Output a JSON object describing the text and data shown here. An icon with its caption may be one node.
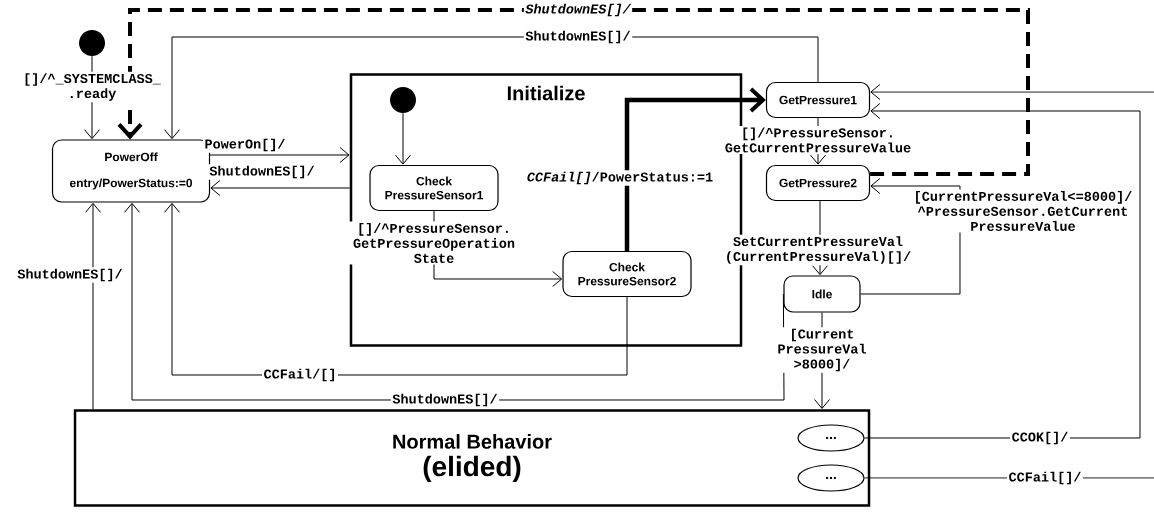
{
  "diagram": {
    "nodes": [
      {
        "text": [],
        "shape": "circle"
      },
      {
        "text": [
          "PowerOff",
          "entry/PowerStatus:=0"
        ]
      },
      {
        "text": [
          "Initialize"
        ]
      },
      {
        "text": [],
        "shape": "circle",
        "in": 2
      },
      {
        "text": [
          "Check PressureSensor1"
        ],
        "in": 2
      },
      {
        "text": [
          "Check PressureSensor2"
        ],
        "in": 2
      },
      {
        "text": [
          "GetPressure1"
        ]
      },
      {
        "text": [
          "GetPressure2"
        ]
      },
      {
        "text": [
          "Idle"
        ]
      },
      {
        "text": [
          "Normal Behavior",
          "(elided)"
        ]
      },
      {
        "text": [
          "..."
        ],
        "in": 9
      },
      {
        "text": [
          "..."
        ],
        "in": 9
      }
    ],
    "edges": [
      {
        "from": 0,
        "to": 1,
        "arrow": "to",
        "label": "[]/^_SYSTEMCLASS_ .ready"
      },
      {
        "from": 7,
        "to": 1,
        "arrow": "to",
        "label": "ShutdownES[]/",
        "style": "dashed"
      },
      {
        "from": 6,
        "to": 1,
        "arrow": "to",
        "label": "ShutdownES[]/"
      },
      {
        "from": 1,
        "to": 2,
        "arrow": "to",
        "label": "PowerOn[]/"
      },
      {
        "from": 2,
        "to": 1,
        "arrow": "to",
        "label": "ShutdownES[]/"
      },
      {
        "from": 3,
        "to": 4,
        "arrow": "to"
      },
      {
        "from": 4,
        "to": 5,
        "arrow": "to",
        "label": "[]/^PressureSensor. GetPressureOperation State"
      },
      {
        "from": 5,
        "to": 6,
        "arrow": "to",
        "label": "*CCFail[]*/PowerStatus:=1",
        "style": "thick"
      },
      {
        "from": 5,
        "to": 1,
        "arrow": "to",
        "label": "CCFail/[]"
      },
      {
        "from": 8,
        "to": 1,
        "arrow": "to",
        "label": "ShutdownES[]/"
      },
      {
        "from": 9,
        "to": 1,
        "arrow": "to",
        "label": "ShutdownES[]/"
      },
      {
        "from": 6,
        "to": 7,
        "arrow": "to",
        "label": "[]/^PressureSensor. GetCurrentPressureValue"
      },
      {
        "from": 7,
        "to": 8,
        "arrow": "to",
        "label": "SetCurrentPressureVal (CurrentPressureVal)[]/"
      },
      {
        "from": 8,
        "to": 7,
        "arrow": "to",
        "label": "[CurrentPressureVal<=8000]/ ^PressureSensor.GetCurrent PressureValue"
      },
      {
        "from": 8,
        "to": 9,
        "arrow": "to",
        "label": "[Current PressureVal >8000]/"
      },
      {
        "from": 10,
        "to": 6,
        "arrow": "to",
        "label": "CCOK[]/"
      },
      {
        "from": 11,
        "to": null,
        "arrow": "none",
        "label": "CCFail[]/"
      },
      {
        "from": null,
        "to": 6,
        "arrow": "to"
      }
    ]
  }
}
